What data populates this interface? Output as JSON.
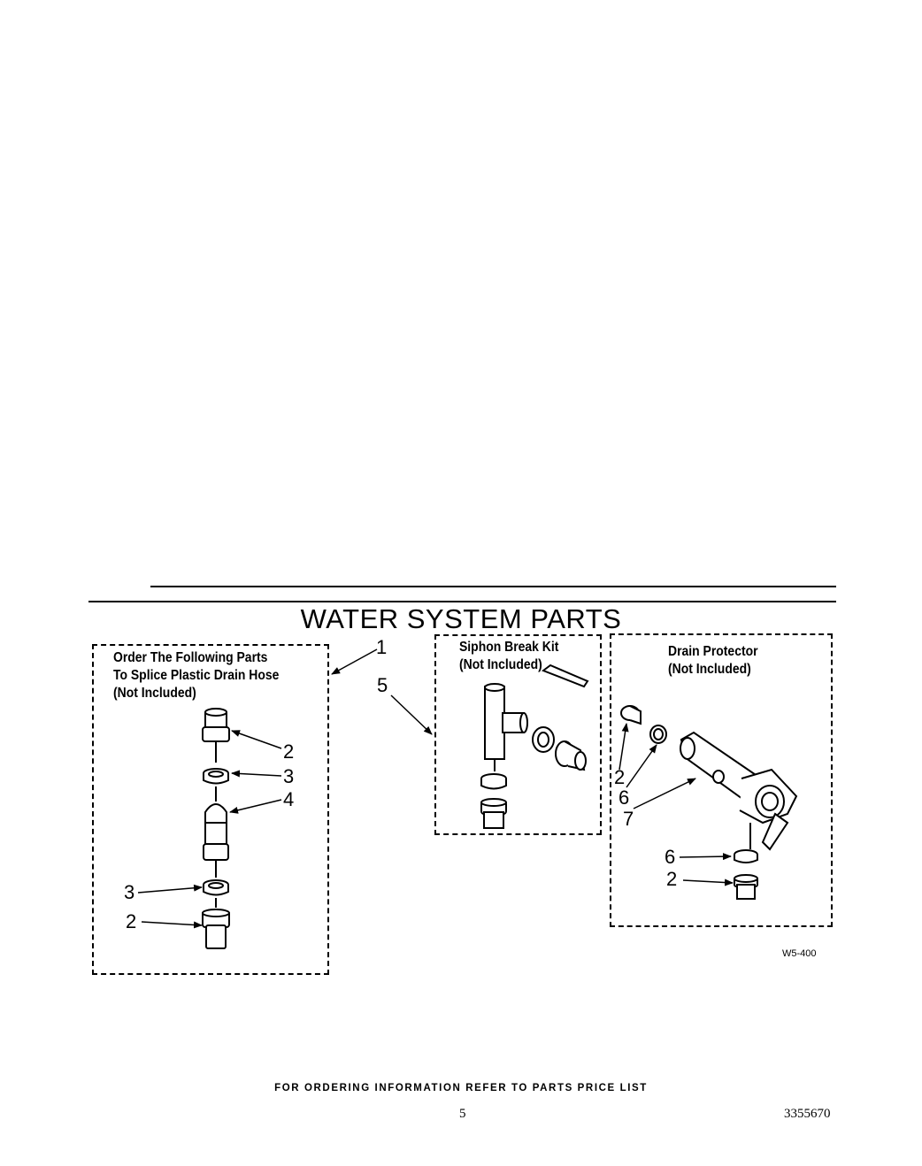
{
  "title": "WATER SYSTEM PARTS",
  "boxes": {
    "splice": {
      "lines": [
        "Order The Following Parts",
        "To Splice Plastic Drain Hose",
        "(Not Included)"
      ]
    },
    "siphon": {
      "lines": [
        "Siphon Break Kit",
        "(Not Included)"
      ]
    },
    "drain": {
      "lines": [
        "Drain Protector",
        "(Not Included)"
      ]
    }
  },
  "callouts": {
    "c1": "1",
    "c2a": "2",
    "c3a": "3",
    "c4": "4",
    "c3b": "3",
    "c2b": "2",
    "c5": "5",
    "c2c": "2",
    "c6a": "6",
    "c7": "7",
    "c6b": "6",
    "c2d": "2"
  },
  "figure_code": "W5-400",
  "footer": "FOR ORDERING INFORMATION REFER TO PARTS PRICE LIST",
  "page_number": "5",
  "document_number": "3355670"
}
